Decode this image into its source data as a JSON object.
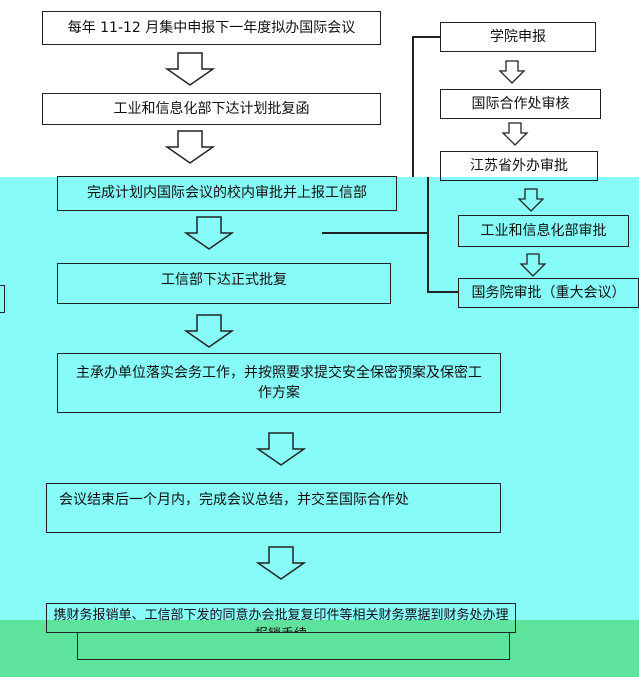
{
  "left_flow": [
    "每年 11-12 月集中申报下一年度拟办国际会议",
    "工业和信息化部下达计划批复函",
    "完成计划内国际会议的校内审批并上报工信部",
    "工信部下达正式批复",
    "主承办单位落实会务工作，并按照要求提交安全保密预案及保密工作方案",
    "会议结束后一个月内，完成会议总结，并交至国际合作处",
    "携财务报销单、工信部下发的同意办会批复复印件等相关财务票据到财务处办理报销手续"
  ],
  "right_flow": [
    "学院申报",
    "国际合作处审核",
    "江苏省外办审批",
    "工业和信息化部审批",
    "国务院审批（重大会议）"
  ],
  "colors": {
    "cyan_band": "#87fbf7",
    "green_band": "#5ee39c",
    "border": "#222222"
  }
}
